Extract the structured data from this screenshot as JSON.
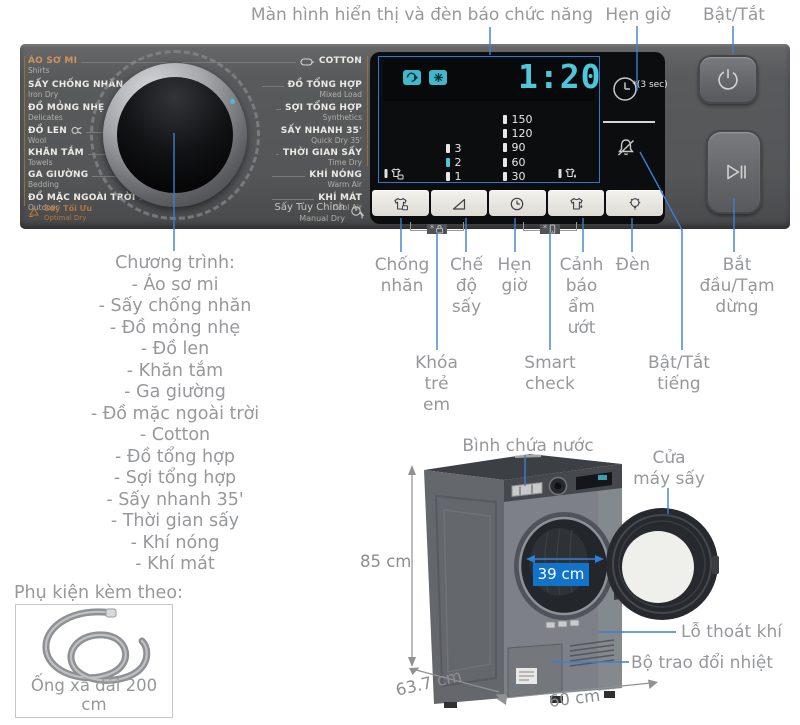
{
  "colors": {
    "leader_blue": "#3b7fd2",
    "accent_teal": "#4ec7da",
    "panel_gray": "#595a5c",
    "badge_blue": "#1173c9",
    "orange": "#b5763c"
  },
  "top_labels": {
    "display": "Màn hình hiển thị và đèn báo chức năng",
    "timer": "Hẹn giờ",
    "power": "Bật/Tắt",
    "three_sec": "*(3 sec)"
  },
  "panel": {
    "left_programs": [
      {
        "vn": "ÁO SƠ MI",
        "en": "Shirts"
      },
      {
        "vn": "SẤY CHỐNG NHĂN",
        "en": "Iron Dry"
      },
      {
        "vn": "ĐỒ MỎNG NHẸ",
        "en": "Delicates"
      },
      {
        "vn": "ĐỒ LEN",
        "en": "Wool"
      },
      {
        "vn": "KHĂN TẮM",
        "en": "Towels"
      },
      {
        "vn": "GA GIƯỜNG",
        "en": "Bedding"
      },
      {
        "vn": "ĐỒ MẶC NGOÀI TRỜI",
        "en": "Outdoor"
      }
    ],
    "right_programs": [
      {
        "vn": "COTTON",
        "en": ""
      },
      {
        "vn": "ĐỒ TỔNG HỢP",
        "en": "Mixed Load"
      },
      {
        "vn": "SỢI TỔNG HỢP",
        "en": "Synthetics"
      },
      {
        "vn": "SẤY NHANH 35'",
        "en": "Quick Dry 35'"
      },
      {
        "vn": "THỜI GIAN SẤY",
        "en": "Time Dry"
      },
      {
        "vn": "KHÍ NÓNG",
        "en": "Warm Air"
      },
      {
        "vn": "KHÍ MÁT",
        "en": "Cool Air"
      }
    ],
    "optimal_dry": {
      "vn": "Sấy Tối Ưu",
      "en": "Optimal Dry"
    },
    "manual_dry": {
      "vn": "Sấy Tùy Chỉnh",
      "en": "Manual Dry"
    },
    "display": {
      "time": "1:20",
      "left_levels": [
        "3",
        "2",
        "1"
      ],
      "right_levels": [
        "150",
        "120",
        "90",
        "60",
        "30"
      ]
    },
    "star": "*"
  },
  "annotations": {
    "row1": [
      "Chống nhăn",
      "Chế độ sấy",
      "Hẹn giờ",
      "Cảnh báo ẩm ướt",
      "Đèn",
      "Bắt đầu/Tạm dừng"
    ],
    "row2": [
      "Khóa trẻ em",
      "Smart check",
      "Bật/Tắt tiếng"
    ]
  },
  "programs": {
    "title": "Chương trình:",
    "items": [
      "- Áo sơ mi",
      "- Sấy chống nhăn",
      "- Đồ mỏng nhẹ",
      "- Đồ len",
      "- Khăn tắm",
      "- Ga giường",
      "- Đồ mặc ngoài trời",
      "- Cotton",
      "- Đồ tổng hợp",
      "- Sợi tổng hợp",
      "- Sấy nhanh 35'",
      "- Thời gian sấy",
      "- Khí nóng",
      "- Khí mát"
    ]
  },
  "accessories": {
    "title": "Phụ kiện kèm theo:",
    "hose_caption": "Ống xả dài 200 cm"
  },
  "dryer": {
    "water_tank": "Bình chứa nước",
    "door": "Cửa máy sấy",
    "drum_width": "39 cm",
    "height": "85 cm",
    "depth": "63.7 cm",
    "width": "60 cm",
    "vent": "Lỗ thoát khí",
    "heat_exchanger": "Bộ trao đổi nhiệt"
  }
}
